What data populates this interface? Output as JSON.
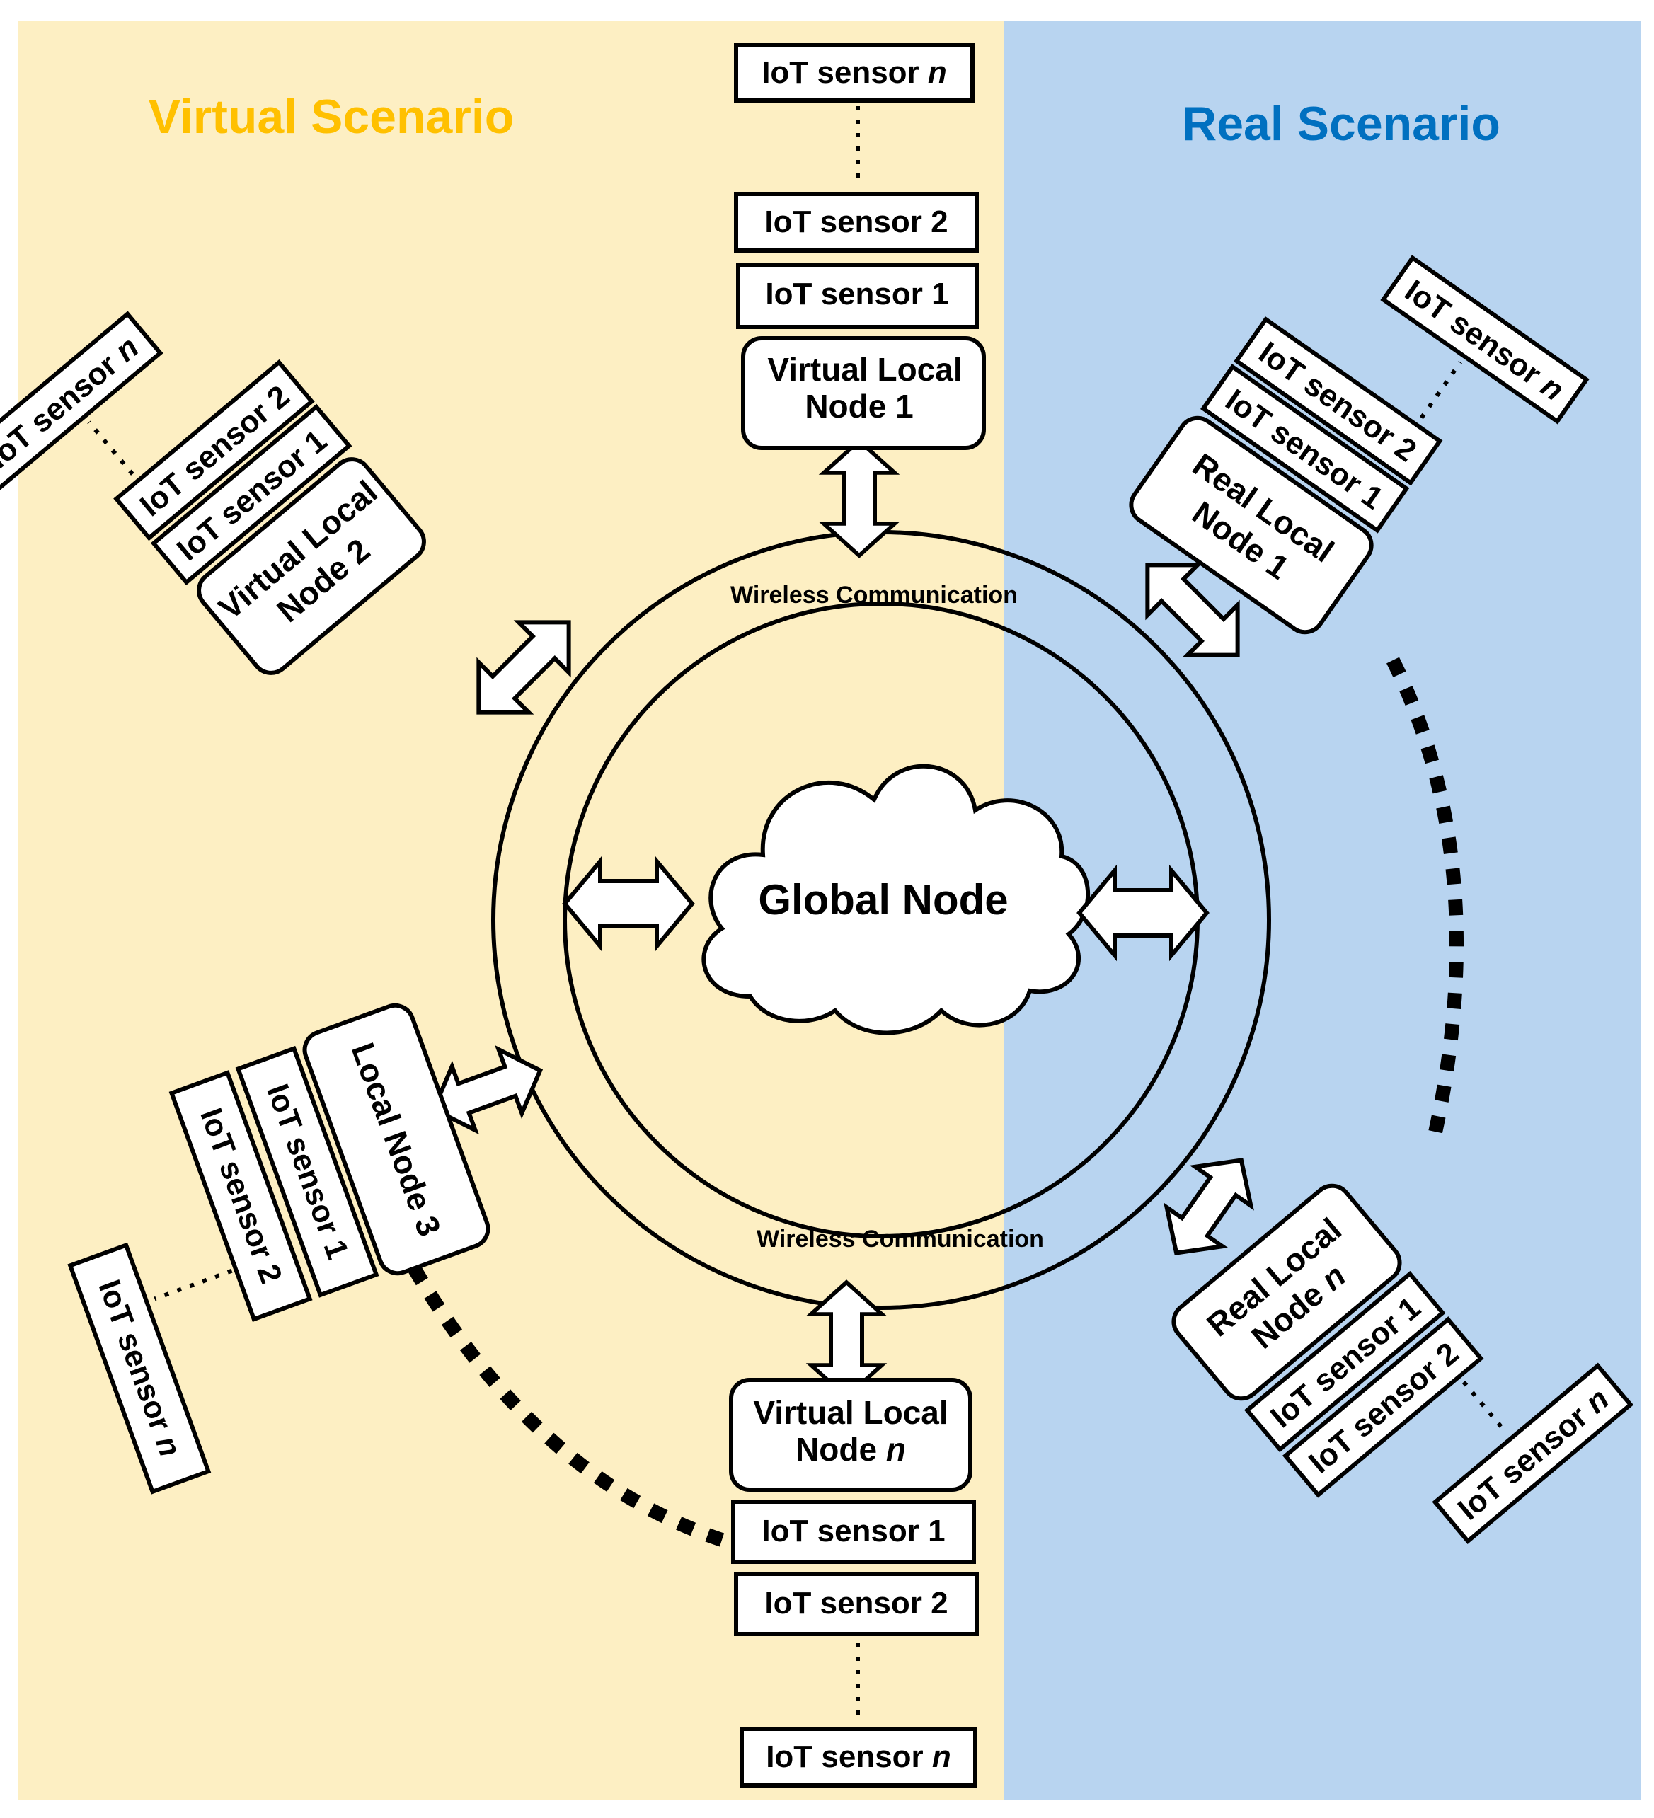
{
  "titles": {
    "virtual": "Virtual Scenario",
    "real": "Real Scenario"
  },
  "colors": {
    "virtual_bg": "#fdefc3",
    "real_bg": "#b8d4f0",
    "virtual_title": "#ffc000",
    "real_title": "#0070c0"
  },
  "center": {
    "global_node": "Global Node",
    "wireless_top": "Wireless Communication",
    "wireless_bottom": "Wireless Communication"
  },
  "sensor_prefix": "IoT sensor",
  "sensor_labels": {
    "s1": "1",
    "s2": "2",
    "sn": "n"
  },
  "nodes": {
    "vln1": {
      "line1": "Virtual Local",
      "line2": "Node 1"
    },
    "vln2": {
      "line1": "Virtual Local",
      "line2": "Node 2"
    },
    "ln3": {
      "line1": "Local Node 3"
    },
    "vlnn": {
      "line1": "Virtual Local",
      "line2_prefix": "Node",
      "line2_italic": "n"
    },
    "rln1": {
      "line1": "Real Local",
      "line2": "Node 1"
    },
    "rlnn": {
      "line1": "Real Local",
      "line2_prefix": "Node",
      "line2_italic": "n"
    }
  },
  "icons": [
    "cloud-icon",
    "double-arrow-icon"
  ]
}
